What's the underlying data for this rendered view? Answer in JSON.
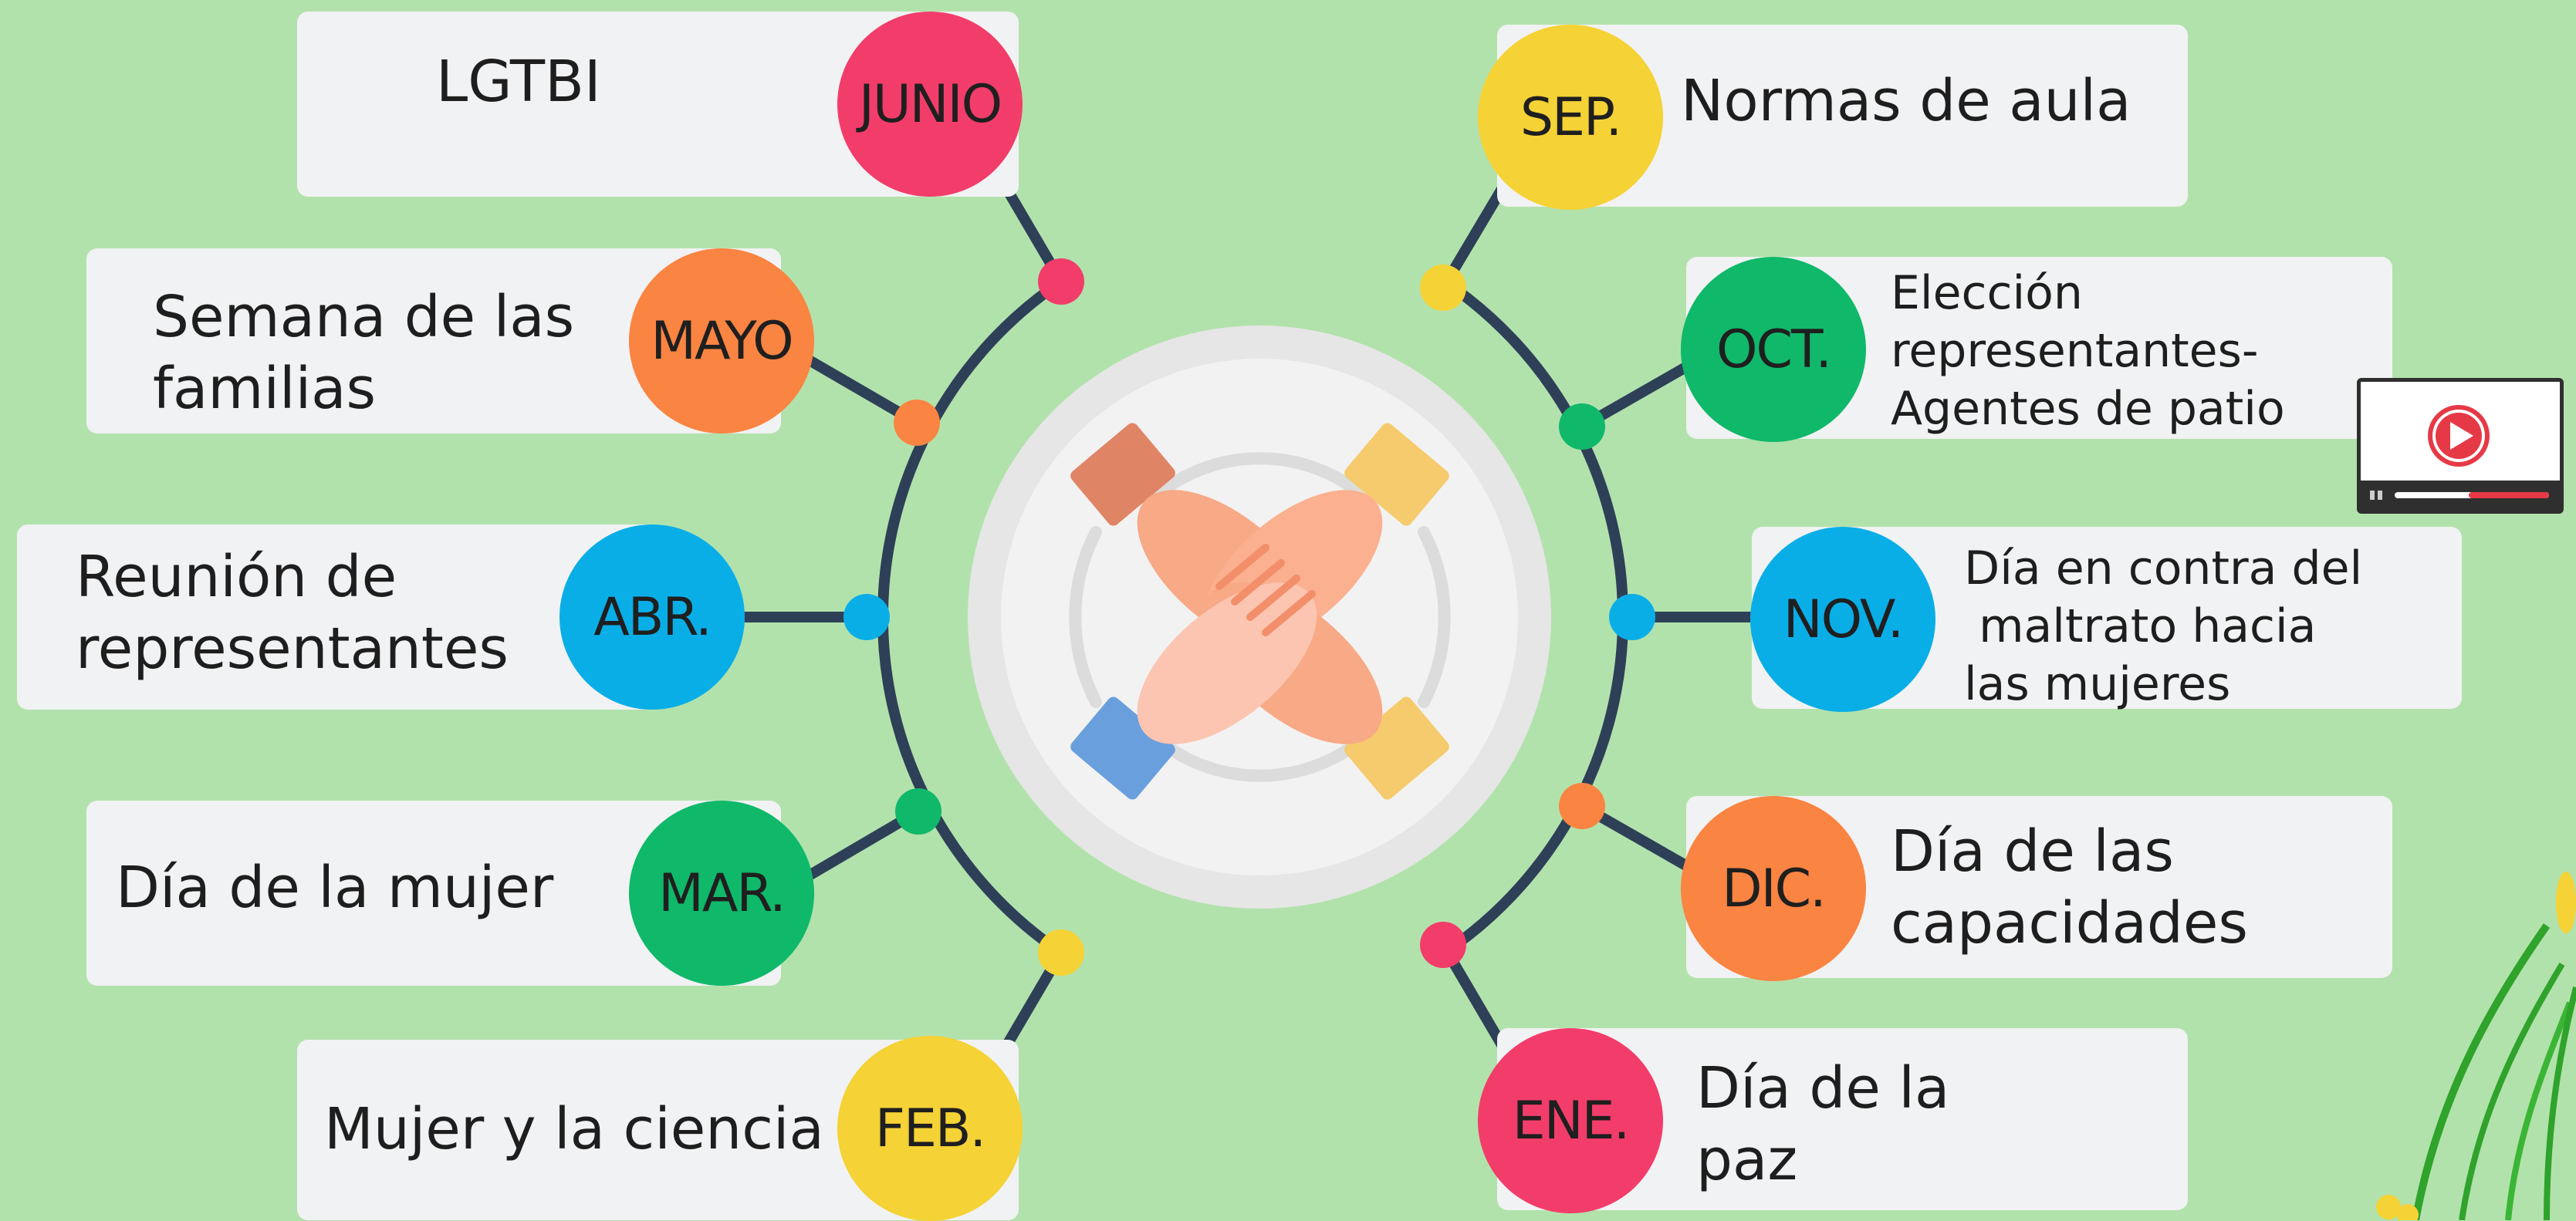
{
  "colors": {
    "background": "#b2e2ac",
    "card": "#f1f2f3",
    "line": "#2e4057",
    "red": "#f23d6a",
    "orange": "#fa8442",
    "blue": "#0aaee7",
    "green": "#10b86a",
    "yellow": "#f5d235"
  },
  "left_items": [
    {
      "month": "JUNIO",
      "label": "LGTBI",
      "color": "#f23d6a"
    },
    {
      "month": "MAYO",
      "label": "Semana de las\nfamilias",
      "color": "#fa8442"
    },
    {
      "month": "ABR.",
      "label": "Reunión de\nrepresentantes",
      "color": "#0aaee7"
    },
    {
      "month": "MAR.",
      "label": "Día de la mujer",
      "color": "#10b86a"
    },
    {
      "month": "FEB.",
      "label": "Mujer y la ciencia",
      "color": "#f5d235"
    }
  ],
  "right_items": [
    {
      "month": "SEP.",
      "label": "Normas de aula",
      "color": "#f5d235"
    },
    {
      "month": "OCT.",
      "label": "Elección\nrepresentantes-\nAgentes de patio",
      "color": "#10b86a"
    },
    {
      "month": "NOV.",
      "label": "Día en contra del\n maltrato hacia\nlas mujeres",
      "color": "#0aaee7"
    },
    {
      "month": "DIC.",
      "label": "Día de las\ncapacidades",
      "color": "#fa8442"
    },
    {
      "month": "ENE.",
      "label": "Día de la\npaz",
      "color": "#f23d6a"
    }
  ],
  "center_icon": "hands-together-icon",
  "video_icon": "video-play-icon"
}
